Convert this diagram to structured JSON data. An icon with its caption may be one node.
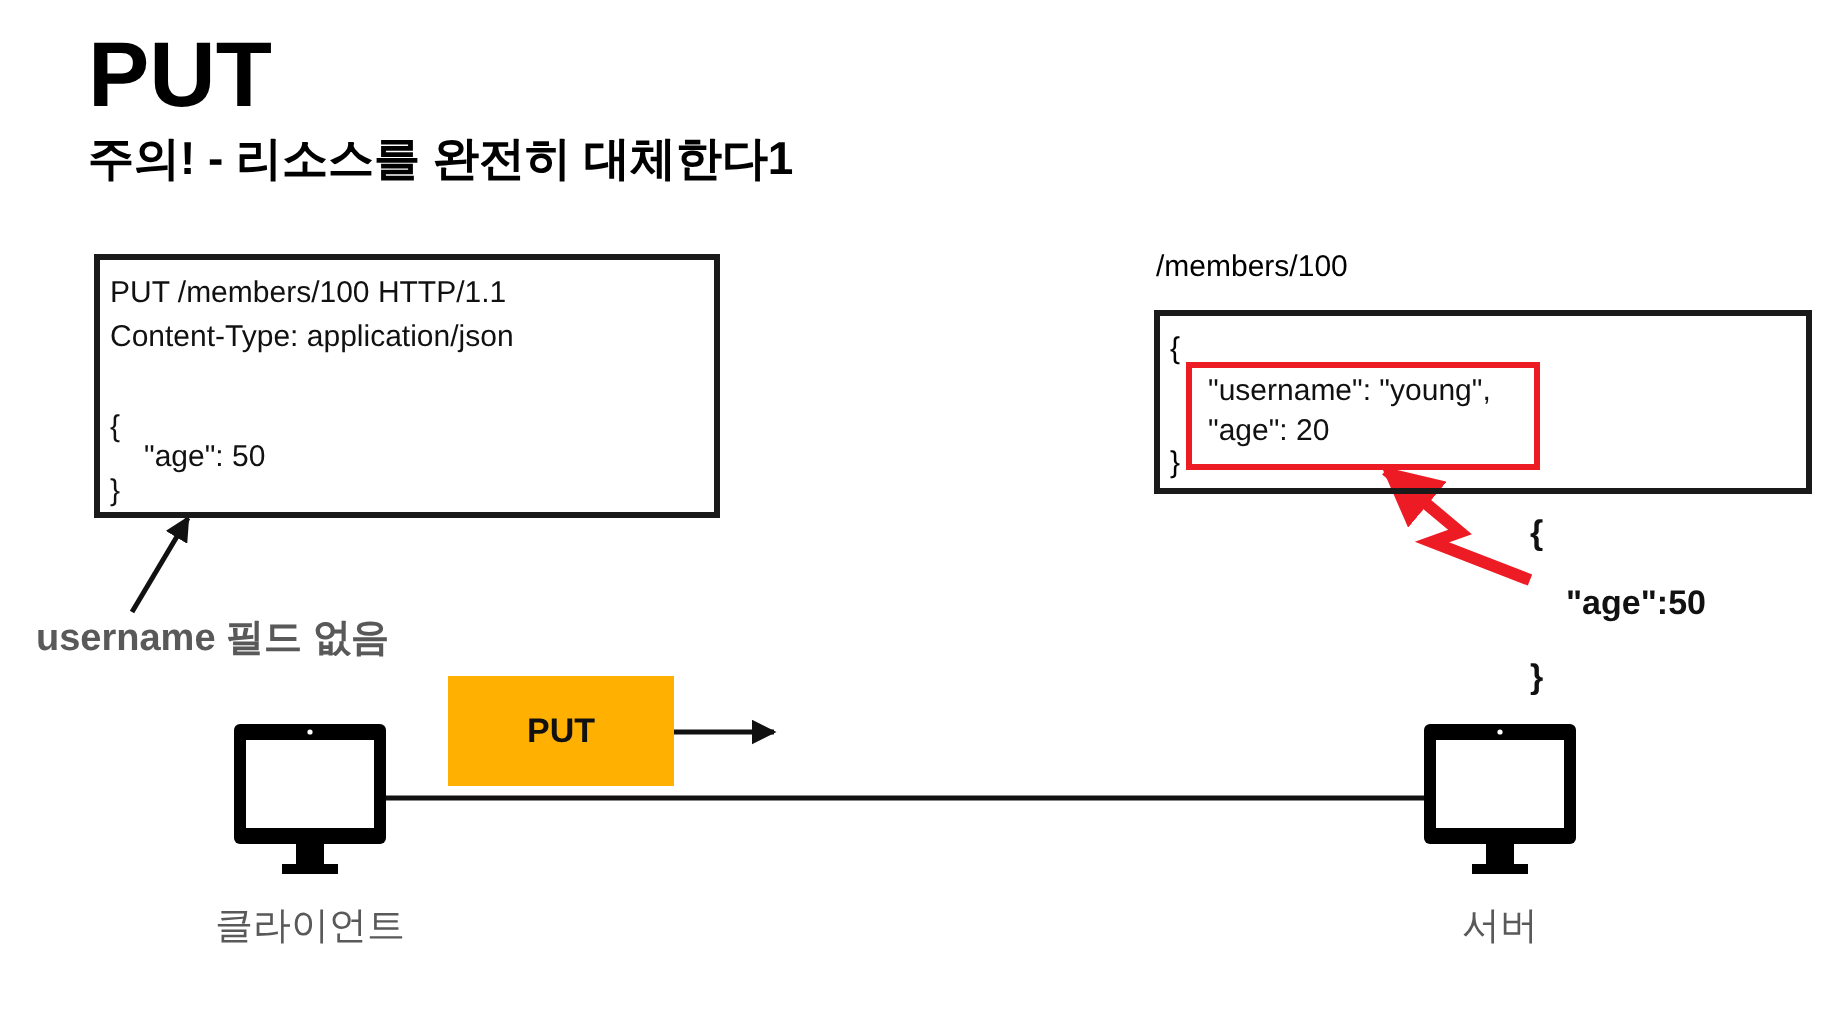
{
  "diagram": {
    "title": "PUT",
    "nodes": [
      {
        "text": [
          "PUT /members/100 HTTP/1.1",
          "Content-Type: application/json",
          "{",
          "\"age\": 50",
          "}"
        ]
      },
      {
        "text": [
          "username 필드 없음"
        ]
      },
      {
        "text": [
          "/members/100",
          "{",
          "}"
        ]
      },
      {
        "text": [
          "\"username\": \"young\",",
          "\"age\": 20"
        ],
        "in": 2
      },
      {
        "text": [
          "{",
          "\"age\":50",
          "}"
        ]
      },
      {
        "text": [],
        "shape": "monitor",
        "beside": [
          "클라이언트"
        ]
      },
      {
        "text": [
          "PUT"
        ]
      },
      {
        "text": [],
        "shape": "monitor",
        "beside": [
          "서버"
        ]
      }
    ],
    "edges": [
      {
        "from": 1,
        "to": 0,
        "arrow": "to"
      },
      {
        "from": 4,
        "to": 3,
        "arrow": "to",
        "style": "thick",
        "color": "#ed1c24"
      },
      {
        "from": 5,
        "to": 7,
        "arrow": "none"
      },
      {
        "from": 6,
        "to": null,
        "arrow": "to"
      }
    ],
    "labels": [
      "주의! - 리소스를 완전히 대체한다1"
    ]
  }
}
